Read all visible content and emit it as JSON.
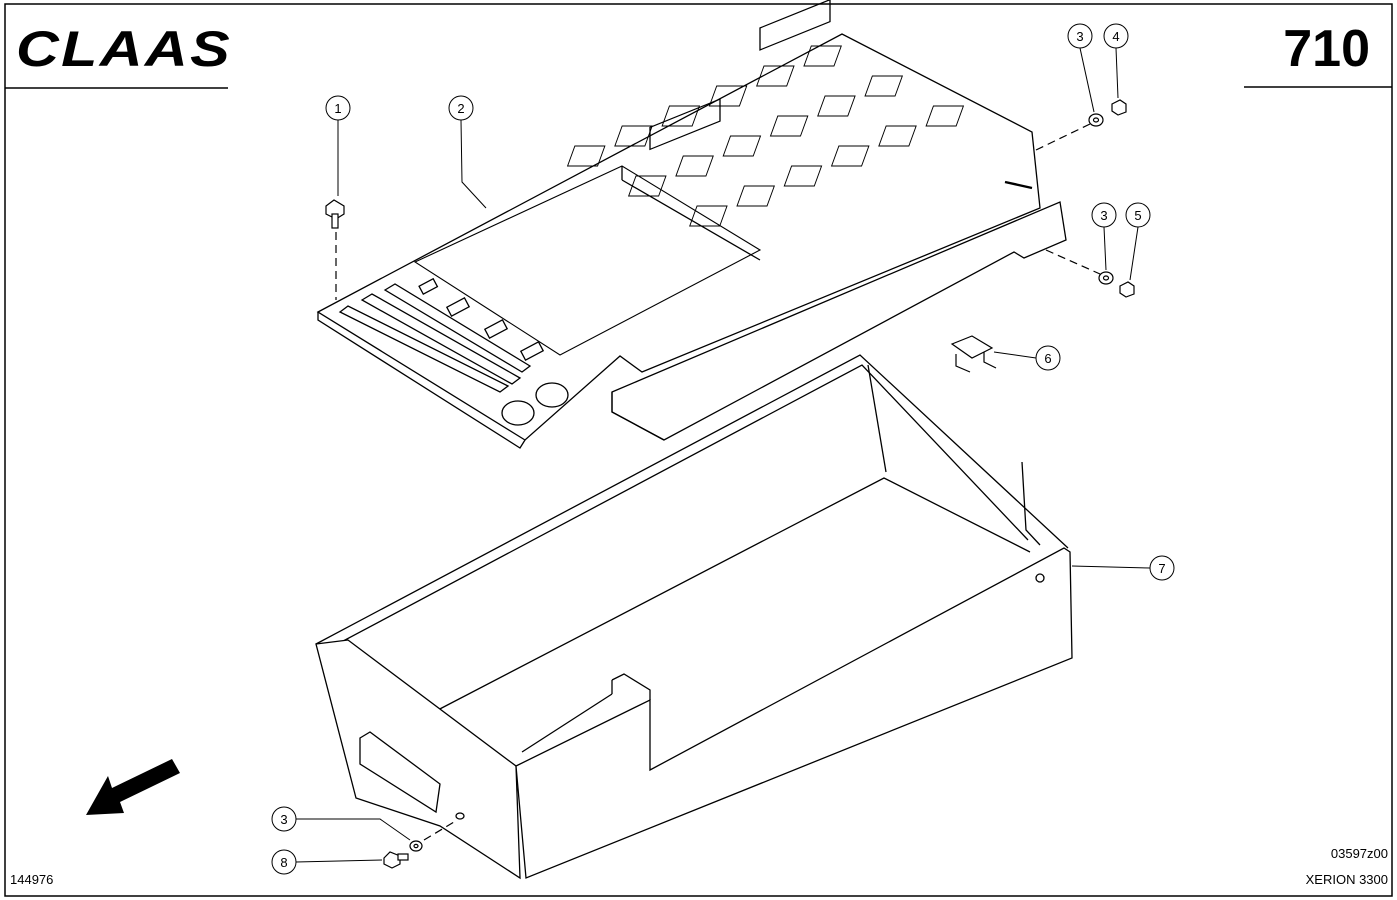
{
  "header": {
    "brand": "CLAAS",
    "page_number": "710"
  },
  "footer": {
    "sheet_id": "144976",
    "drawing_code": "03597z00",
    "model": "XERION 3300"
  },
  "callouts": [
    "1",
    "2",
    "3",
    "4",
    "3",
    "5",
    "6",
    "7",
    "3",
    "8"
  ]
}
